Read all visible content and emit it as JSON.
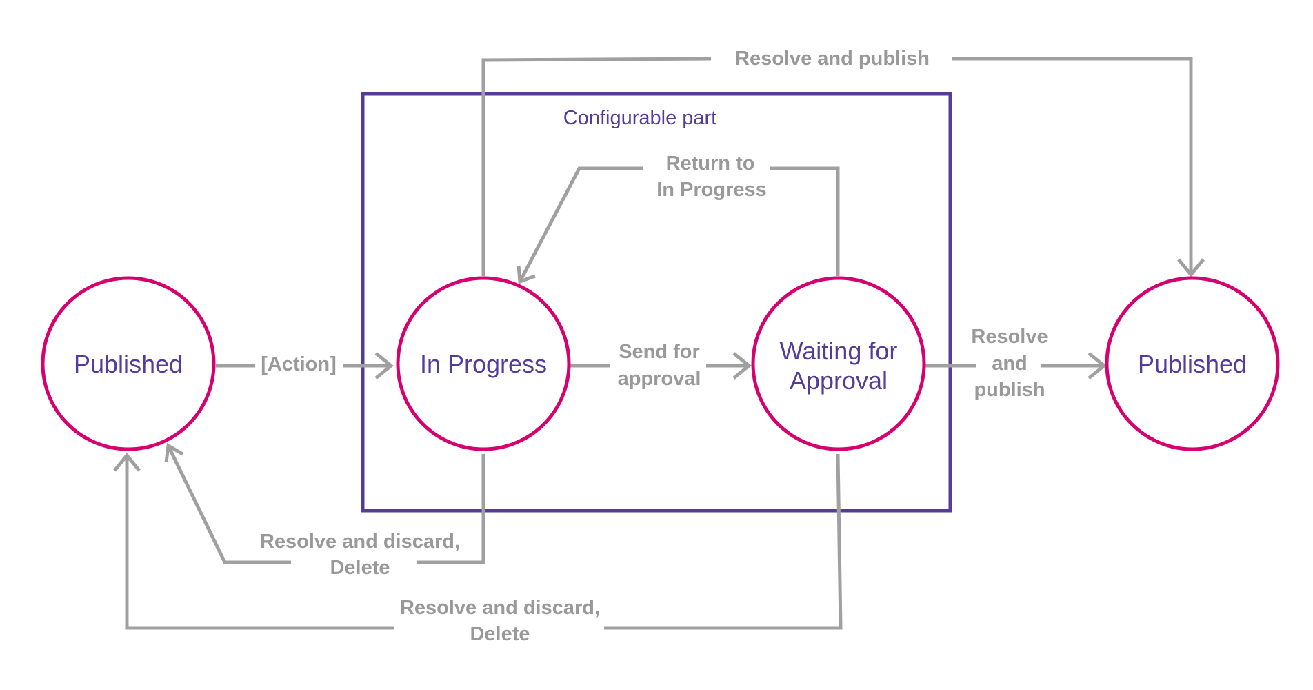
{
  "colors": {
    "state_stroke": "#d6006f",
    "state_text": "#553c9a",
    "arrow": "#a0a0a0",
    "edge_text": "#999999",
    "box_stroke": "#553c9a",
    "box_text": "#553c9a"
  },
  "configurable_box": {
    "label": "Configurable part"
  },
  "states": {
    "published_left": {
      "label": "Published"
    },
    "in_progress": {
      "label": "In Progress"
    },
    "waiting": {
      "line1": "Waiting for",
      "line2": "Approval"
    },
    "published_right": {
      "label": "Published"
    }
  },
  "transitions": {
    "action": {
      "label": "[Action]"
    },
    "send_for_approval": {
      "line1": "Send for",
      "line2": "approval"
    },
    "return_to_in_progress": {
      "line1": "Return to",
      "line2": "In Progress"
    },
    "resolve_publish_top": {
      "label": "Resolve and publish"
    },
    "resolve_publish_right": {
      "line1": "Resolve",
      "line2": "and",
      "line3": "publish"
    },
    "discard_from_in_progress": {
      "line1": "Resolve and discard,",
      "line2": "Delete"
    },
    "discard_from_waiting": {
      "line1": "Resolve and discard,",
      "line2": "Delete"
    }
  }
}
